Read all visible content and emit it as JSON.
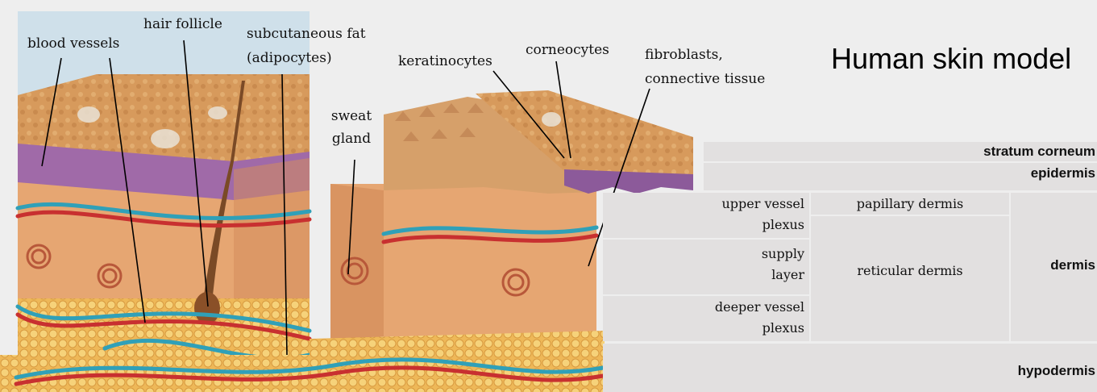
{
  "title": "Human skin model",
  "labels": {
    "blood_vessels": "blood vessels",
    "hair_follicle": "hair follicle",
    "subcutaneous_fat_1": "subcutaneous fat",
    "subcutaneous_fat_2": "(adipocytes)",
    "keratinocytes": "keratinocytes",
    "corneocytes": "corneocytes",
    "fibroblasts_1": "fibroblasts,",
    "fibroblasts_2": "connective tissue",
    "sweat_gland_1": "sweat",
    "sweat_gland_2": "gland"
  },
  "layers": {
    "stratum_corneum": "stratum corneum",
    "epidermis": "epidermis",
    "dermis": "dermis",
    "hypodermis": "hypodermis",
    "papillary_dermis": "papillary dermis",
    "reticular_dermis": "reticular dermis",
    "upper_vessel_1": "upper vessel",
    "upper_vessel_2": "plexus",
    "supply_1": "supply",
    "supply_2": "layer",
    "deeper_vessel_1": "deeper vessel",
    "deeper_vessel_2": "plexus"
  },
  "colors": {
    "background": "#eeeeee",
    "table_cell": "#e2e0e0",
    "skin_surface": "#d9a060",
    "epidermis": "#9a6aa0",
    "dermis": "#e8a878",
    "fat": "#f0c060",
    "artery": "#c83030",
    "vein": "#30a0b8"
  }
}
